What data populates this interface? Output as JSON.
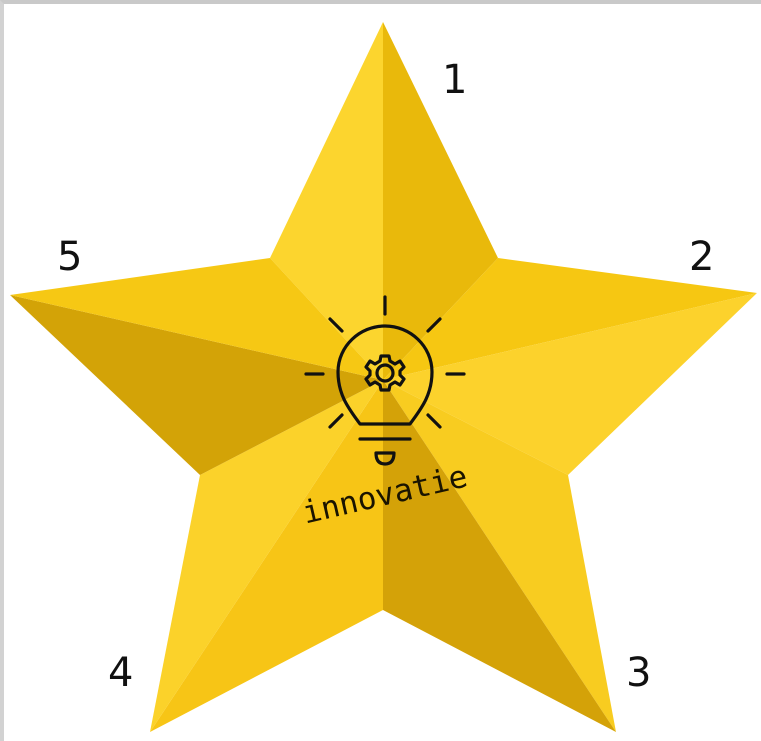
{
  "diagram": {
    "points": [
      {
        "label": "1"
      },
      {
        "label": "2"
      },
      {
        "label": "3"
      },
      {
        "label": "4"
      },
      {
        "label": "5"
      }
    ],
    "center": {
      "caption": "innovatie",
      "icon": "lightbulb-gear-icon"
    }
  },
  "colors": {
    "light": "#FCD32A",
    "mid": "#F2C310",
    "dark": "#DBA80A",
    "darker": "#C99A06",
    "ink": "#111111"
  }
}
